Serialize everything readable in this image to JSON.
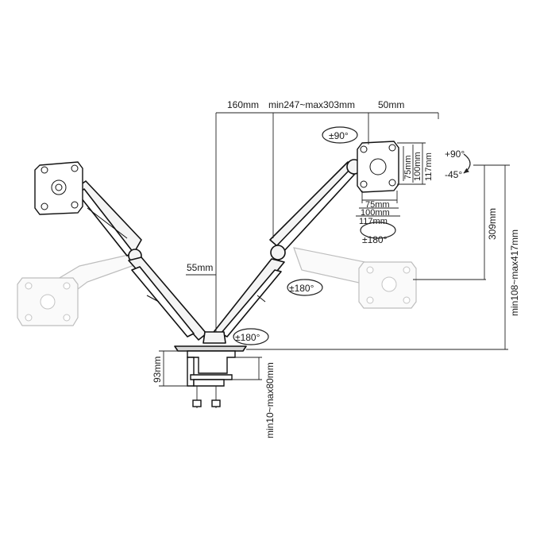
{
  "dimensions": {
    "reach_left": "160mm",
    "reach_range": "min247~max303mm",
    "offset_right": "50mm",
    "column_offset": "55mm",
    "drop_height": "309mm",
    "total_height": "min108~max417mm",
    "clamp_height": "93mm",
    "desk_thickness": "min10~max80mm"
  },
  "vesa": {
    "h75": "75mm",
    "h100": "100mm",
    "h117": "117mm",
    "v75": "75mm",
    "v100": "100mm",
    "v117": "117mm"
  },
  "rotations": {
    "swivel_head": "±90°",
    "tilt_up": "+90°",
    "tilt_down": "-45°",
    "rotate_head": "±180°",
    "rotate_arm": "±180°",
    "rotate_base": "±180°"
  }
}
